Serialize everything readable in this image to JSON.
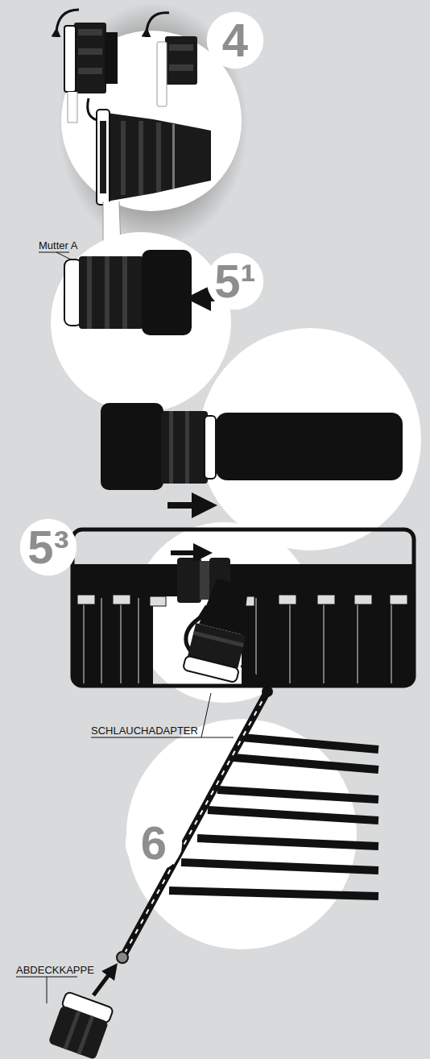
{
  "diagram": {
    "nodes": [
      {
        "text": [
          "4"
        ]
      },
      {
        "text": [
          "5¹"
        ]
      },
      {
        "text": [
          "5³"
        ]
      },
      {
        "text": [
          "6"
        ]
      }
    ],
    "labels": [
      "Mutter A",
      "SCHLAUCHADAPTER",
      "ABDECKKAPPE"
    ]
  }
}
